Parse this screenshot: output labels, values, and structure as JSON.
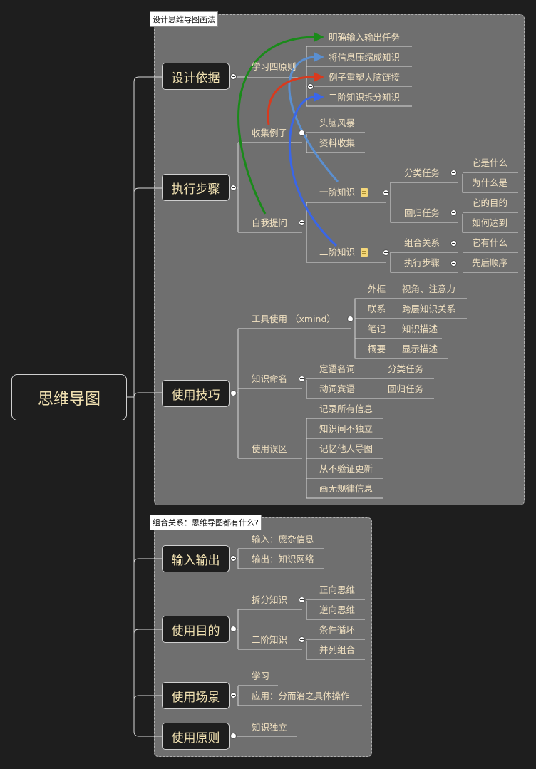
{
  "root": "思维导图",
  "boundaries": {
    "top_label": "设计思维导图画法",
    "bottom_label": "组合关系：思维导图都有什么?"
  },
  "branches": {
    "design": {
      "label": "设计依据",
      "sub": "学习四原则",
      "leaves": [
        "明确输入输出任务",
        "将信息压缩成知识",
        "例子重塑大脑链接",
        "二阶知识拆分知识"
      ]
    },
    "steps": {
      "label": "执行步骤",
      "collect": {
        "label": "收集例子",
        "leaves": [
          "头脑风暴",
          "资料收集"
        ]
      },
      "ask": {
        "label": "自我提问",
        "first": {
          "label": "一阶知识",
          "classify": {
            "label": "分类任务",
            "leaves": [
              "它是什么",
              "为什么是"
            ]
          },
          "regress": {
            "label": "回归任务",
            "leaves": [
              "它的目的",
              "如何达到"
            ]
          }
        },
        "second": {
          "label": "二阶知识",
          "combine": {
            "label": "组合关系",
            "leaf": "它有什么"
          },
          "exec": {
            "label": "执行步骤",
            "leaf": "先后顺序"
          }
        }
      }
    },
    "tips": {
      "label": "使用技巧",
      "tool": {
        "label": "工具使用 （xmind）",
        "items": [
          [
            "外框",
            "视角、注意力"
          ],
          [
            "联系",
            "跨层知识关系"
          ],
          [
            "笔记",
            "知识描述"
          ],
          [
            "概要",
            "显示描述"
          ]
        ]
      },
      "naming": {
        "label": "知识命名",
        "items": [
          [
            "定语名词",
            "分类任务"
          ],
          [
            "动词宾语",
            "回归任务"
          ]
        ]
      },
      "mistakes": {
        "label": "使用误区",
        "items": [
          "记录所有信息",
          "知识间不独立",
          "记忆他人导图",
          "从不验证更新",
          "画无规律信息"
        ]
      }
    },
    "io": {
      "label": "输入输出",
      "items": [
        "输入：庞杂信息",
        "输出：知识网络"
      ]
    },
    "purpose": {
      "label": "使用目的",
      "split": {
        "label": "拆分知识",
        "items": [
          "正向思维",
          "逆向思维"
        ]
      },
      "second": {
        "label": "二阶知识",
        "items": [
          "条件循环",
          "并列组合"
        ]
      }
    },
    "scene": {
      "label": "使用场景",
      "items": [
        "学习",
        "应用：分而治之具体操作"
      ]
    },
    "principle": {
      "label": "使用原则",
      "items": [
        "知识独立"
      ]
    }
  },
  "colors": {
    "background": "#1e1e1e",
    "boundary": "#6f6f6f",
    "text": "#f0e0c0",
    "arrow_green": "#1a8a1a",
    "arrow_blue_light": "#5b8fd0",
    "arrow_red": "#d83a1e",
    "arrow_blue": "#3a66e8"
  }
}
